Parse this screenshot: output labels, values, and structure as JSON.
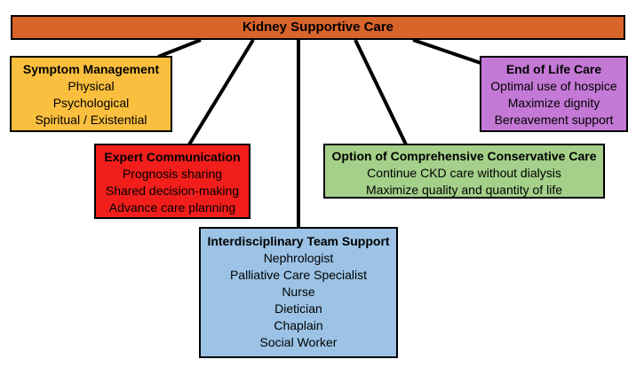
{
  "root": {
    "title": "Kidney Supportive Care"
  },
  "symptom": {
    "title": "Symptom Management",
    "lines": [
      "Physical",
      "Psychological",
      "Spiritual / Existential"
    ]
  },
  "communication": {
    "title": "Expert Communication",
    "lines": [
      "Prognosis sharing",
      "Shared decision-making",
      "Advance care planning"
    ]
  },
  "team": {
    "title": "Interdisciplinary Team Support",
    "lines": [
      "Nephrologist",
      "Palliative Care Specialist",
      "Nurse",
      "Dietician",
      "Chaplain",
      "Social Worker"
    ]
  },
  "conservative": {
    "title": "Option of Comprehensive Conservative Care",
    "lines": [
      "Continue CKD care without dialysis",
      "Maximize quality and quantity of life"
    ]
  },
  "end_of_life": {
    "title": "End of Life Care",
    "lines": [
      "Optimal use of hospice",
      "Maximize dignity",
      "Bereavement support"
    ]
  },
  "colors": {
    "root": "#d9642a",
    "symptom": "#fbbf3f",
    "communication": "#f21e1b",
    "team": "#9cc3e6",
    "conservative": "#a4d08a",
    "end_of_life": "#c479d6"
  }
}
